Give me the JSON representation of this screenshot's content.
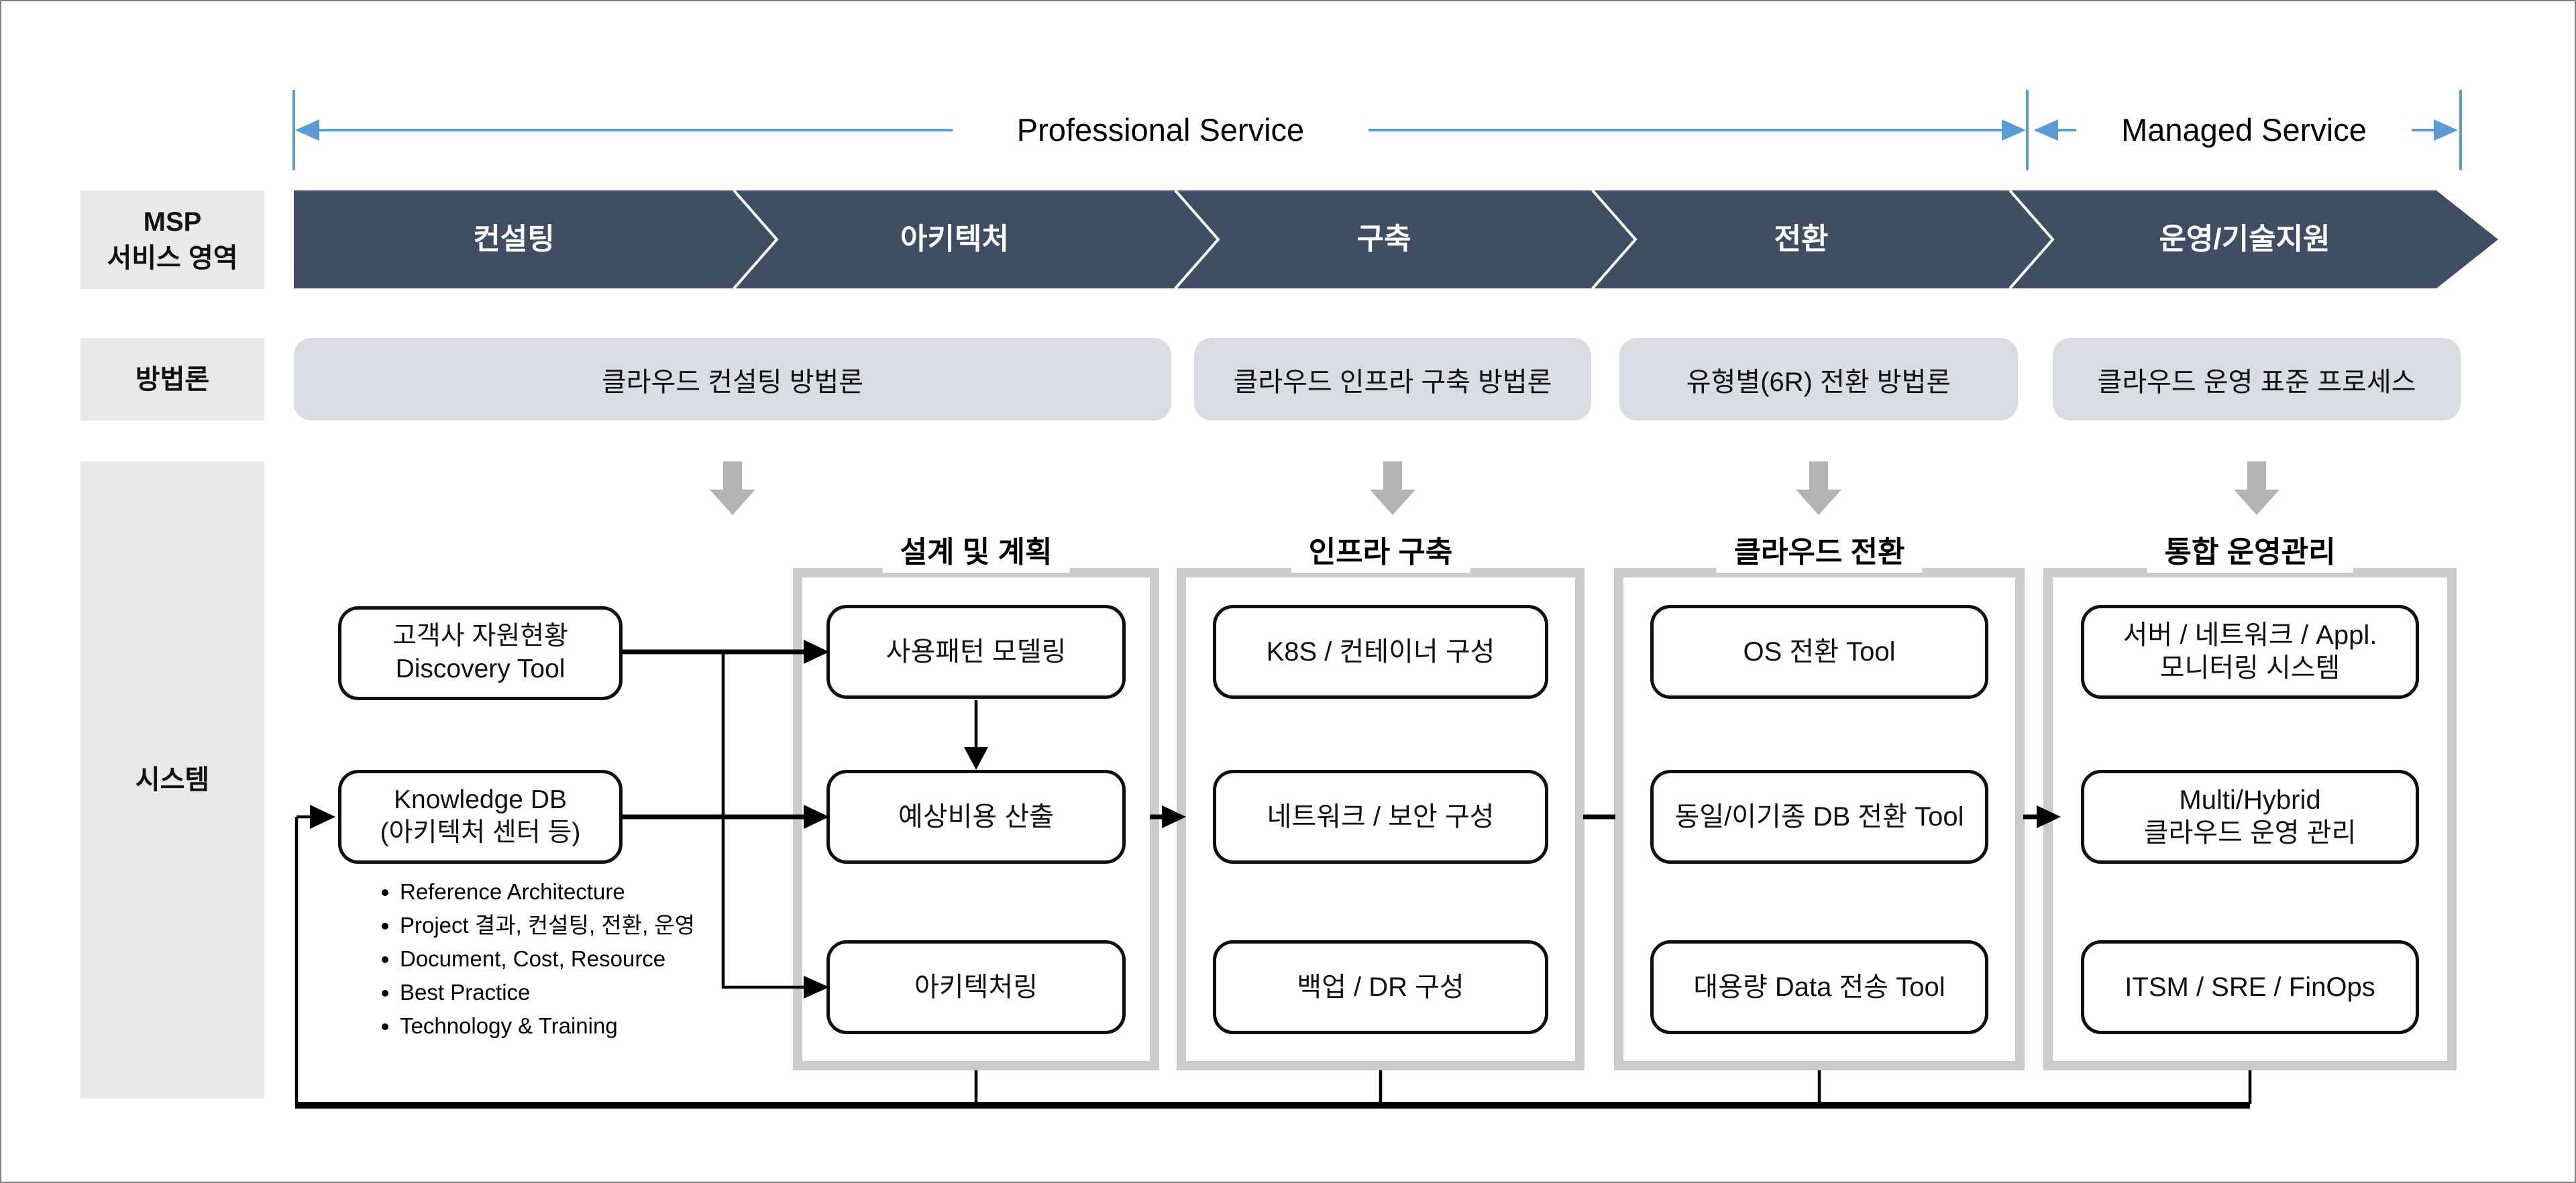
{
  "colors": {
    "chevron_bar": "#3f4e63",
    "row_label_bg": "#e9e9e9",
    "methodology_bg": "#d9dce3",
    "group_border": "#cbcbcb",
    "down_arrow_gray": "#b3b3b3",
    "header_blue": "#5b9bd5",
    "line_black": "#000000"
  },
  "header": {
    "professional": "Professional Service",
    "managed": "Managed Service"
  },
  "row_labels": {
    "msp_line1": "MSP",
    "msp_line2": "서비스 영역",
    "methodology": "방법론",
    "system": "시스템"
  },
  "chevrons": [
    "컨설팅",
    "아키텍처",
    "구축",
    "전환",
    "운영/기술지원"
  ],
  "methodologies": [
    "클라우드 컨설팅 방법론",
    "클라우드 인프라 구축 방법론",
    "유형별(6R) 전환 방법론",
    "클라우드 운영 표준 프로세스"
  ],
  "system_sources": {
    "discovery": {
      "line1": "고객사 자원현황",
      "line2": "Discovery Tool"
    },
    "knowledge_db": {
      "line1": "Knowledge DB",
      "line2": "(아키텍처 센터 등)"
    },
    "knowledge_items": [
      "Reference Architecture",
      "Project 결과, 컨설팅, 전환, 운영",
      "Document, Cost, Resource",
      "Best Practice",
      "Technology & Training"
    ]
  },
  "groups": [
    {
      "title": "설계 및 계획",
      "items": [
        "사용패턴 모델링",
        "예상비용 산출",
        "아키텍처링"
      ]
    },
    {
      "title": "인프라 구축",
      "items": [
        "K8S / 컨테이너 구성",
        "네트워크 / 보안 구성",
        "백업 / DR 구성"
      ]
    },
    {
      "title": "클라우드 전환",
      "items": [
        "OS 전환 Tool",
        "동일/이기종 DB 전환 Tool",
        "대용량 Data 전송 Tool"
      ]
    },
    {
      "title": "통합 운영관리",
      "items": [
        {
          "line1": "서버 / 네트워크 / Appl.",
          "line2": "모니터링 시스템"
        },
        {
          "line1": "Multi/Hybrid",
          "line2": "클라우드 운영 관리"
        },
        "ITSM / SRE / FinOps"
      ]
    }
  ]
}
